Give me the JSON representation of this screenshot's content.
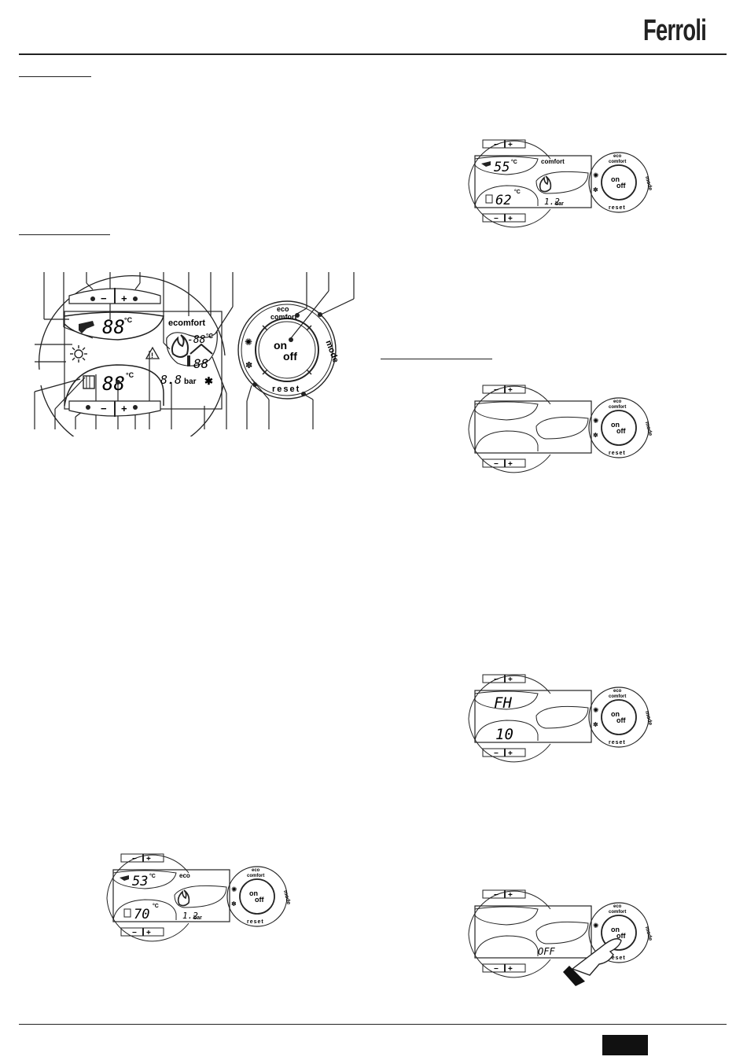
{
  "brand": {
    "logo_text": "Ferroli"
  },
  "main_panel": {
    "plus": "+",
    "minus": "−",
    "dhw_digits": "88",
    "ch_digits": "88",
    "deg": "°C",
    "mode_text": "ecomfort",
    "ext_temp": "-88",
    "pressure_digits": "8.8",
    "pressure_unit": "bar",
    "room_digits": "88"
  },
  "controller": {
    "eco": "eco",
    "comfort": "comfort",
    "on": "on",
    "off": "off",
    "mode": "mode",
    "reset": "reset"
  },
  "figures": {
    "comfort_display": {
      "dhw": "55",
      "ch": "62",
      "label": "comfort",
      "pressure": "1.2",
      "unit": "bar"
    },
    "blank_display": {},
    "fh_display": {
      "top": "FH",
      "bottom": "10"
    },
    "off_display": {
      "text": "OFF"
    },
    "eco_display": {
      "dhw": "53",
      "ch": "70",
      "label": "eco",
      "pressure": "1.2",
      "unit": "bar"
    }
  }
}
